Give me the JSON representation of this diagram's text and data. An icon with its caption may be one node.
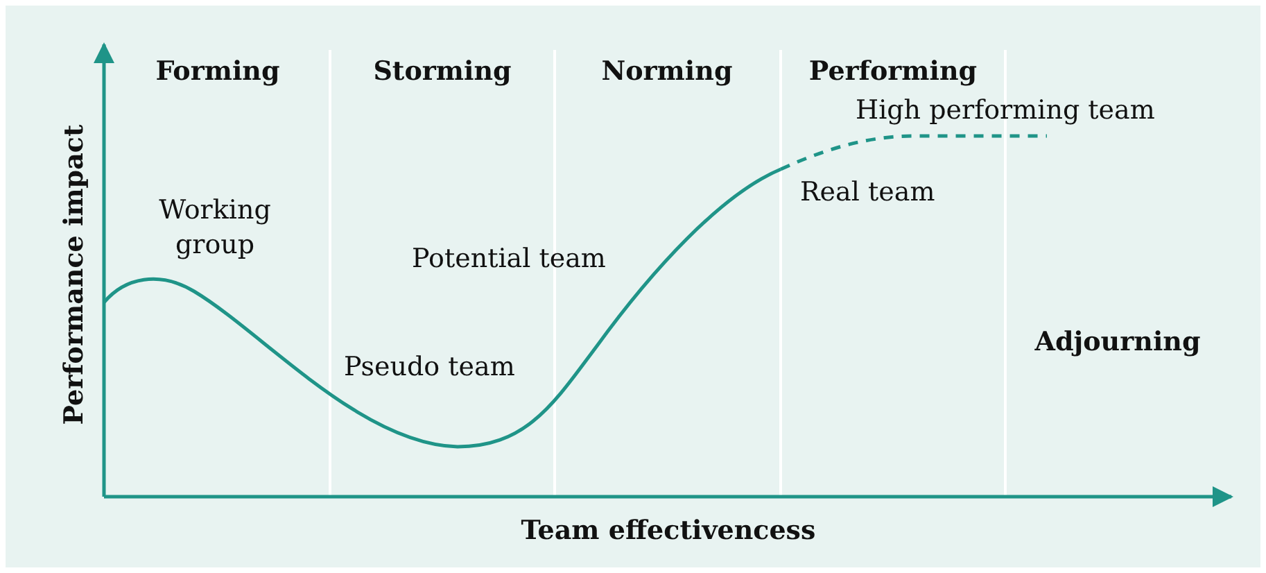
{
  "diagram": {
    "labels": [
      "Forming",
      "Storming",
      "Norming",
      "Performing",
      "High performing team",
      "Working group",
      "Real team",
      "Potential team",
      "Adjourning",
      "Pseudo team",
      "Performance impact",
      "Team effectivencess"
    ]
  }
}
